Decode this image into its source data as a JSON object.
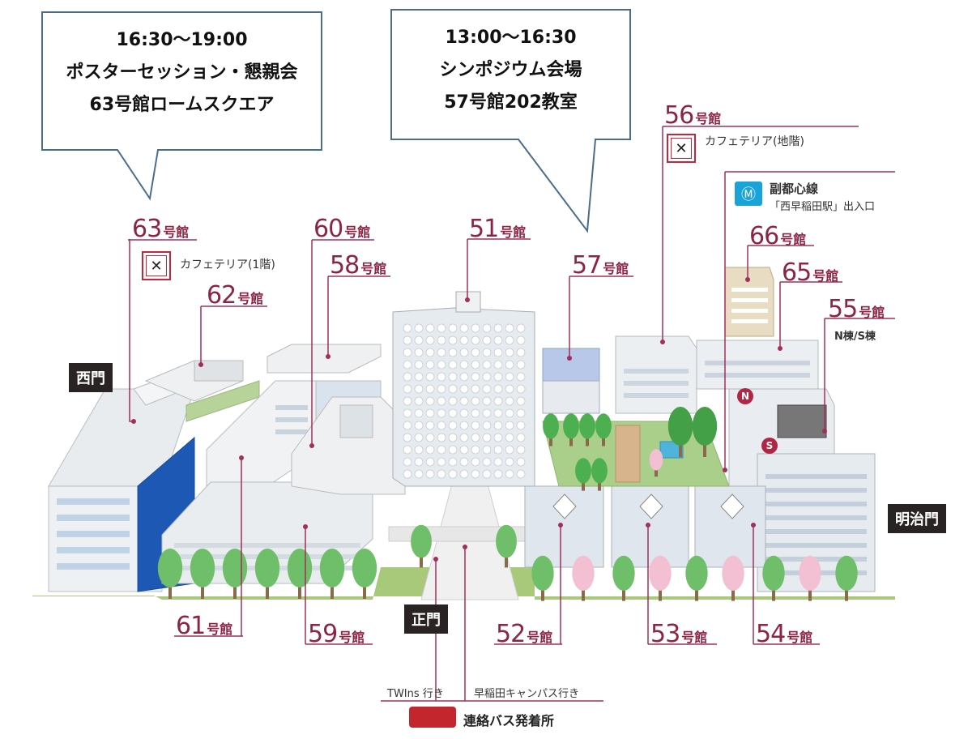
{
  "callouts": {
    "left": {
      "time": "16:30〜19:00",
      "event": "ポスターセッション・懇親会",
      "place": "63号館ロームスクエア"
    },
    "right": {
      "time": "13:00〜16:30",
      "event": "シンポジウム会場",
      "place": "57号館202教室"
    }
  },
  "building_suffix": "号館",
  "buildings": {
    "b51": "51",
    "b52": "52",
    "b53": "53",
    "b54": "54",
    "b55": "55",
    "b56": "56",
    "b57": "57",
    "b58": "58",
    "b59": "59",
    "b60": "60",
    "b61": "61",
    "b62": "62",
    "b63": "63",
    "b65": "65",
    "b66": "66"
  },
  "notes": {
    "cafe63": "カフェテリア(1階)",
    "cafe56": "カフェテリア(地階)",
    "b55_wings": "N棟/S棟",
    "metro_line": "副都心線",
    "metro_exit": "「西早稲田駅」出入口"
  },
  "gates": {
    "west": "西門",
    "main": "正門",
    "meiji": "明治門"
  },
  "badges": {
    "north": "N",
    "south": "S"
  },
  "bus": {
    "twins": "TWIns 行き",
    "waseda": "早稲田キャンパス行き",
    "stop": "連絡バス発着所"
  },
  "icons": [
    "cafeteria-icon",
    "metro-icon",
    "bus-icon"
  ],
  "colors": {
    "label": "#8b2543",
    "leader": "#a0305a",
    "callout_border": "#4a6d8c",
    "gate": "#2a2324"
  }
}
